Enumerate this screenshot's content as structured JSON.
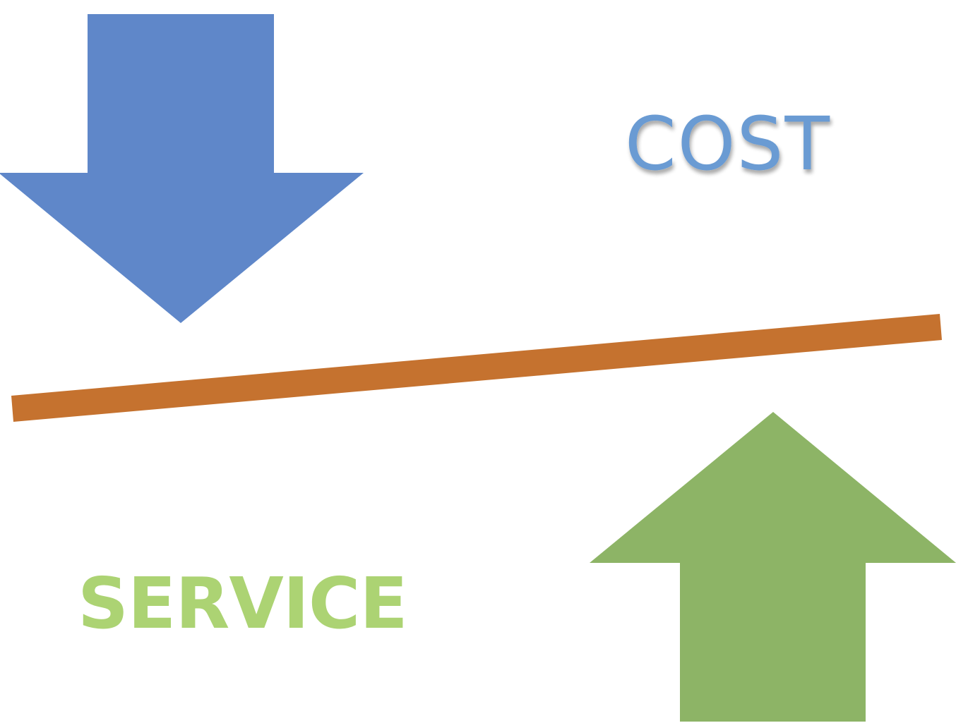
{
  "labels": {
    "cost": "COST",
    "service": "SERVICE"
  },
  "colors": {
    "down_arrow": "#5f87c9",
    "up_arrow": "#8db466",
    "balance_bar": "#c5722f",
    "cost_text": "#6a9bd3",
    "service_text": "#acd373",
    "background": "#ffffff"
  },
  "shapes": {
    "down_arrow": {
      "direction": "down",
      "label_ref": "cost"
    },
    "up_arrow": {
      "direction": "up",
      "label_ref": "service"
    },
    "balance_bar": {
      "orientation": "tilted, rising to the right"
    }
  }
}
